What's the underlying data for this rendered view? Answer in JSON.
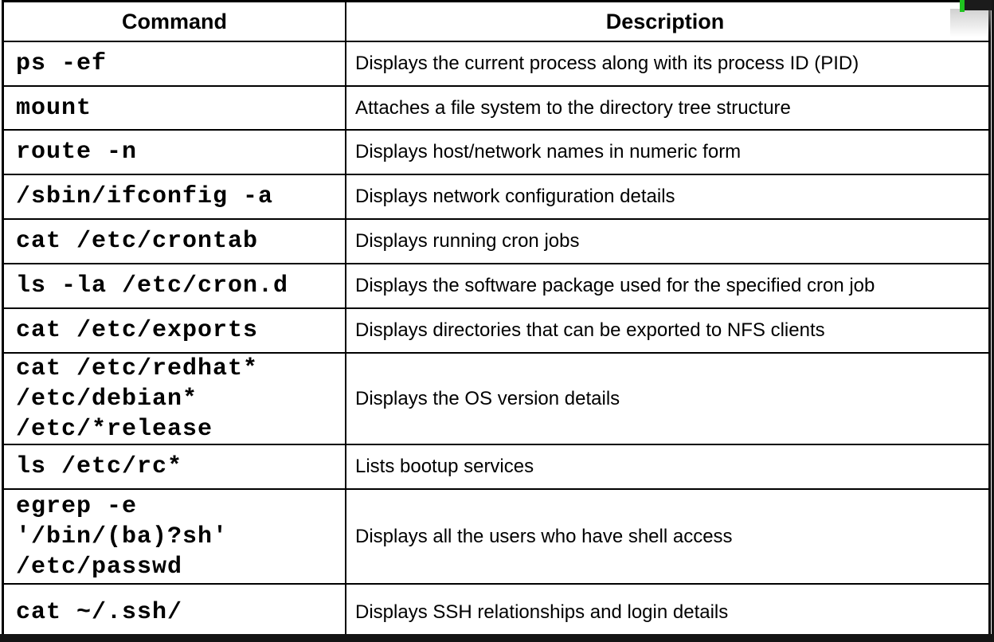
{
  "colors": {
    "table_border": "#000000",
    "text": "#000000",
    "green_indicator": "#1fc41f",
    "corner_bar": "#1b1b1b",
    "bottom_bar": "#141414",
    "right_edge_strip": "#151515",
    "background": "#ffffff"
  },
  "table": {
    "columns": [
      "Command",
      "Description"
    ],
    "rows": [
      {
        "command": "ps -ef",
        "description": "Displays the current process along with its process ID (PID)"
      },
      {
        "command": "mount",
        "description": "Attaches a file system to the directory tree structure"
      },
      {
        "command": "route -n",
        "description": "Displays host/network names in numeric form"
      },
      {
        "command": "/sbin/ifconfig -a",
        "description": "Displays network configuration details"
      },
      {
        "command": "cat /etc/crontab",
        "description": "Displays running cron jobs"
      },
      {
        "command": "ls -la /etc/cron.d",
        "description": "Displays the software package used for the specified cron job"
      },
      {
        "command": "cat /etc/exports",
        "description": "Displays directories that can be exported to NFS clients"
      },
      {
        "command": "cat /etc/redhat*\n/etc/debian*\n/etc/*release",
        "description": "Displays the OS version details"
      },
      {
        "command": "ls /etc/rc*",
        "description": "Lists bootup services"
      },
      {
        "command": "egrep -e\n'/bin/(ba)?sh'\n/etc/passwd",
        "description": "Displays all the users who have shell access"
      },
      {
        "command": "cat ~/.ssh/",
        "description": "Displays SSH relationships and login details"
      }
    ]
  }
}
